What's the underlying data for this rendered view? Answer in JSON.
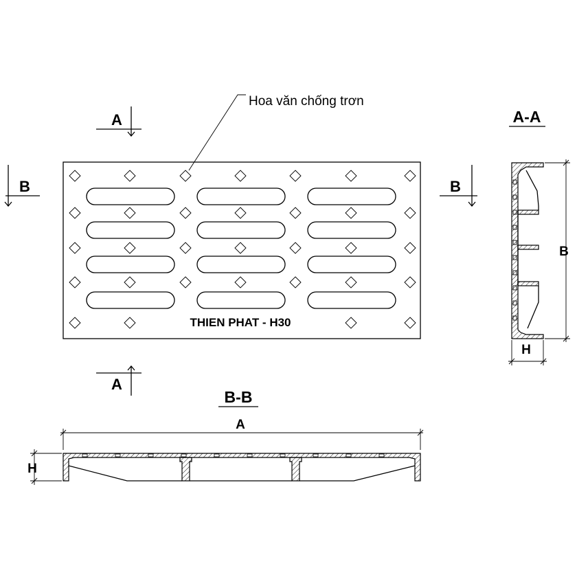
{
  "annotation": {
    "text": "Hoa văn chống trơn"
  },
  "plate_marking": "THIEN PHAT - H30",
  "section_markers": {
    "a_top": "A",
    "a_bottom": "A",
    "b_left": "B",
    "b_right": "B"
  },
  "section_titles": {
    "aa": "A-A",
    "bb": "B-B"
  },
  "dimensions": {
    "side_height": "B",
    "side_width": "H",
    "bottom_length": "A",
    "bottom_height": "H"
  }
}
